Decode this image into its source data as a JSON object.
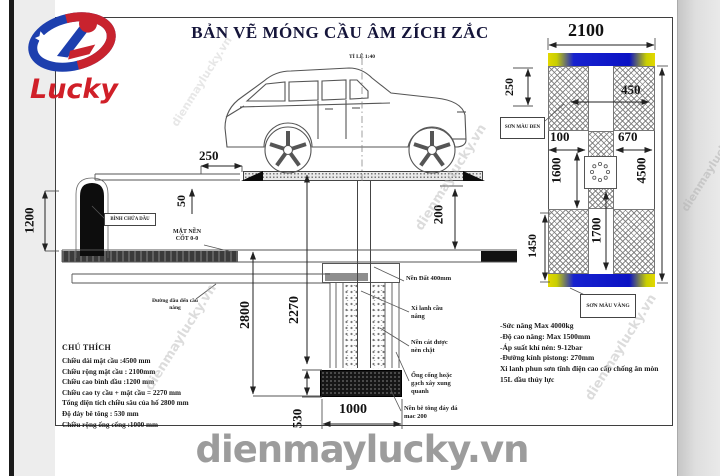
{
  "brand": {
    "logo_text": "Lucky"
  },
  "title": "BẢN VẼ MÓNG CẦU ÂM ZÍCH ZẮC",
  "scale_label": "TỈ LỆ 1:40",
  "watermark": "dienmaylucky.vn",
  "section_view": {
    "dims": {
      "platform_overhang": "250",
      "platform_thickness": "50",
      "ground_clearance": "200",
      "oil_tank_height": "1200",
      "pit_depth": "2800",
      "ram_plus_deck": "2270",
      "slab_thickness": "530",
      "pit_width": "1000"
    },
    "labels": {
      "oil_tank": "BÌNH CHỨA DẦU",
      "floor_level": "MẶT NỀN CỐT 0-0",
      "oil_line": "Đường dầu đến cầu nâng",
      "soil": "Nền Đất 400mm",
      "cylinder": "Xi lanh cầu nâng",
      "sand": "Nền cát được nèn chặt",
      "pipe_wall": "Ống cống hoặc gạch xây xung quanh",
      "base_concrete": "Nền bê tông đáy đá mac 200"
    }
  },
  "plan_view": {
    "dims": {
      "deck_width": "2100",
      "edge_band": "250",
      "runway": "450",
      "left_offset": "100",
      "right_offset": "670",
      "upper_cut": "1600",
      "lower_cut": "1700",
      "deck_length": "4500",
      "bottom_section": "1450"
    },
    "labels": {
      "paint_black": "SƠN MÀU ĐEN",
      "paint_yellow": "SƠN MÀU VÀNG"
    }
  },
  "specs": [
    "-Sức nâng Max 4000kg",
    "-Độ cao nâng: Max 1500mm",
    "-Áp suất khí nén: 9-12bar",
    "-Đường kính pistong: 270mm",
    "Xi lanh phun sơn tĩnh điện cao cấp chống ăn mòn",
    "15L dầu thủy lực"
  ],
  "legend": {
    "heading": "CHÚ THÍCH",
    "lines": [
      "Chiều dài mặt cầu :4500 mm",
      "Chiều rộng mặt cầu : 2100mm",
      "Chiều cao bình dầu :1200 mm",
      "Chiều cao ty cầu + mặt cầu = 2270 mm",
      "Tổng diện tích chiều sâu của hố 2800 mm",
      "Độ dày bê tông : 530 mm",
      "Chiều rộng ống cống :1000 mm"
    ]
  },
  "colors": {
    "band_blue": "#0a12c4",
    "band_yellow": "#e3d800",
    "logo_red": "#d01f28",
    "logo_blue": "#1d3fae"
  }
}
